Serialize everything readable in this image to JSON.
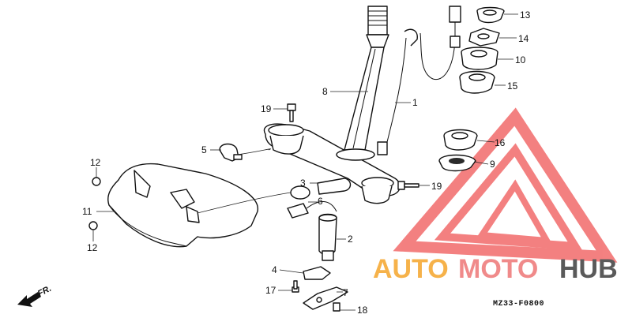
{
  "diagram": {
    "code": "MZ33-F0800",
    "direction_label": "FR."
  },
  "parts": [
    {
      "label": "1"
    },
    {
      "label": "2"
    },
    {
      "label": "3"
    },
    {
      "label": "4"
    },
    {
      "label": "5"
    },
    {
      "label": "6"
    },
    {
      "label": "7"
    },
    {
      "label": "8"
    },
    {
      "label": "9"
    },
    {
      "label": "10"
    },
    {
      "label": "11"
    },
    {
      "label": "12"
    },
    {
      "label": "12"
    },
    {
      "label": "13"
    },
    {
      "label": "14"
    },
    {
      "label": "15"
    },
    {
      "label": "16"
    },
    {
      "label": "17"
    },
    {
      "label": "18"
    },
    {
      "label": "19"
    },
    {
      "label": "19"
    }
  ],
  "watermark": {
    "word_auto": "AUTO",
    "word_moto": "MOTO",
    "word_hub": "HUB",
    "colors": {
      "auto": "#f6b24a",
      "moto": "#f08a8a",
      "hub": "#5a5a5a",
      "triangle": "#f26b6b"
    }
  }
}
